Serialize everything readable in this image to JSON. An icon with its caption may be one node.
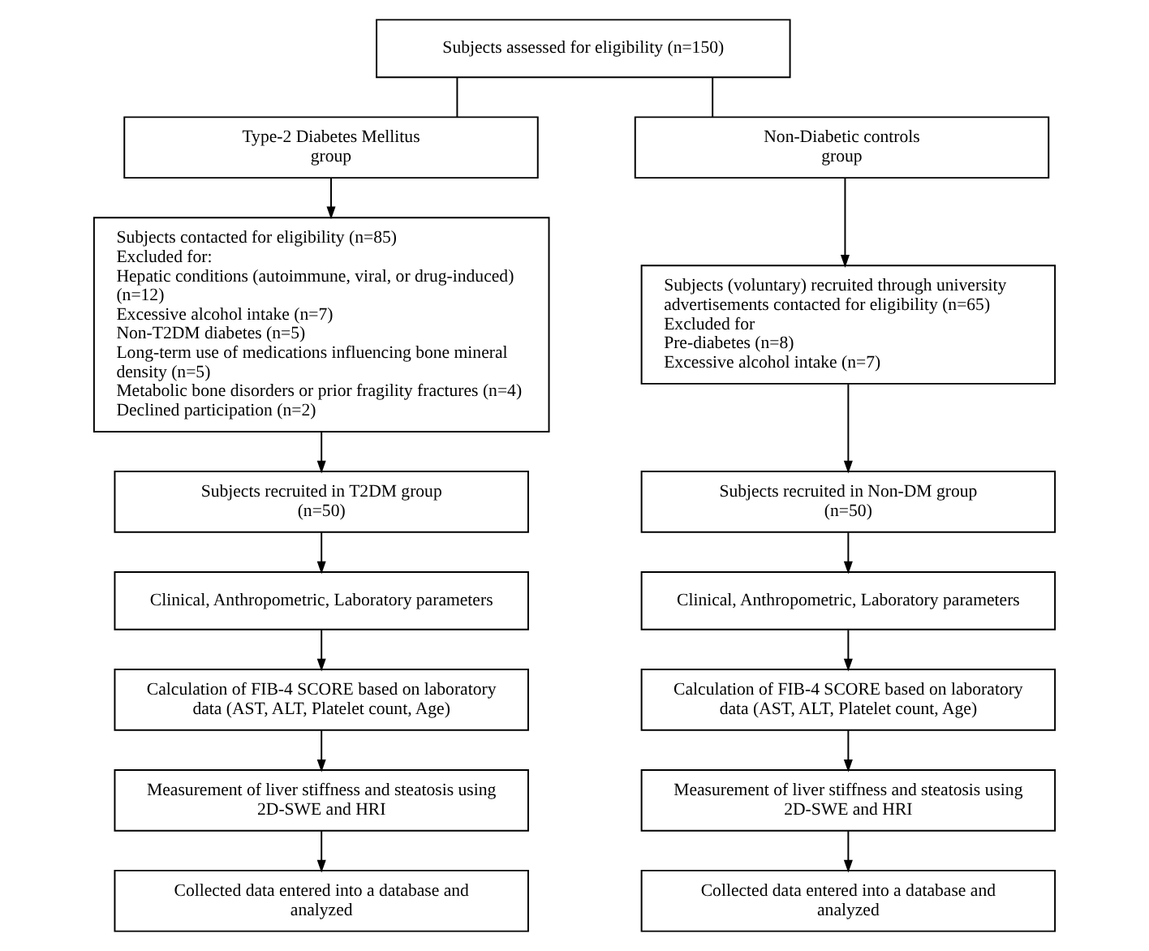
{
  "diagram": {
    "nodes": [
      {
        "text": [
          "Subjects assessed for eligibility (n=150)"
        ]
      },
      {
        "text": [
          "Type-2 Diabetes Mellitus group"
        ]
      },
      {
        "text": [
          "Non-Diabetic controls group"
        ]
      },
      {
        "text": [
          "Subjects contacted for eligibility (n=85)",
          "Excluded for:",
          "Hepatic conditions (autoimmune, viral, or drug-induced) (n=12)",
          "Excessive alcohol intake (n=7)",
          "Non-T2DM diabetes (n=5)",
          "Long-term use of medications influencing bone mineral density (n=5)",
          "Metabolic bone disorders or prior fragility fractures (n=4)",
          "Declined participation (n=2)"
        ]
      },
      {
        "text": [
          "Subjects (voluntary) recruited through university advertisements contacted for eligibility (n=65)",
          "Excluded for",
          "Pre-diabetes (n=8)",
          "Excessive alcohol intake (n=7)"
        ]
      },
      {
        "text": [
          "Subjects recruited in T2DM group",
          "(n=50)"
        ]
      },
      {
        "text": [
          "Subjects recruited in Non-DM group",
          "(n=50)"
        ]
      },
      {
        "text": [
          "Clinical, Anthropometric, Laboratory parameters"
        ]
      },
      {
        "text": [
          "Clinical, Anthropometric, Laboratory parameters"
        ]
      },
      {
        "text": [
          "Calculation of FIB-4 SCORE based on laboratory data (AST, ALT, Platelet count, Age)"
        ]
      },
      {
        "text": [
          "Calculation of FIB-4 SCORE based on laboratory data (AST, ALT, Platelet count, Age)"
        ]
      },
      {
        "text": [
          "Measurement of liver stiffness and steatosis using 2D-SWE and HRI"
        ]
      },
      {
        "text": [
          "Measurement of liver stiffness and steatosis using 2D-SWE and HRI"
        ]
      },
      {
        "text": [
          "Collected data entered into a database and analyzed"
        ]
      },
      {
        "text": [
          "Collected data entered into a database and analyzed"
        ]
      }
    ],
    "edges": [
      {
        "from": 0,
        "to": 1,
        "arrow": "none"
      },
      {
        "from": 0,
        "to": 2,
        "arrow": "none"
      },
      {
        "from": 1,
        "to": 3,
        "arrow": "to"
      },
      {
        "from": 2,
        "to": 4,
        "arrow": "to"
      },
      {
        "from": 3,
        "to": 5,
        "arrow": "to"
      },
      {
        "from": 4,
        "to": 6,
        "arrow": "to"
      },
      {
        "from": 5,
        "to": 7,
        "arrow": "to"
      },
      {
        "from": 6,
        "to": 8,
        "arrow": "to"
      },
      {
        "from": 7,
        "to": 9,
        "arrow": "to"
      },
      {
        "from": 8,
        "to": 10,
        "arrow": "to"
      },
      {
        "from": 9,
        "to": 11,
        "arrow": "to"
      },
      {
        "from": 10,
        "to": 12,
        "arrow": "to"
      },
      {
        "from": 11,
        "to": 13,
        "arrow": "to"
      },
      {
        "from": 12,
        "to": 14,
        "arrow": "to"
      }
    ]
  }
}
